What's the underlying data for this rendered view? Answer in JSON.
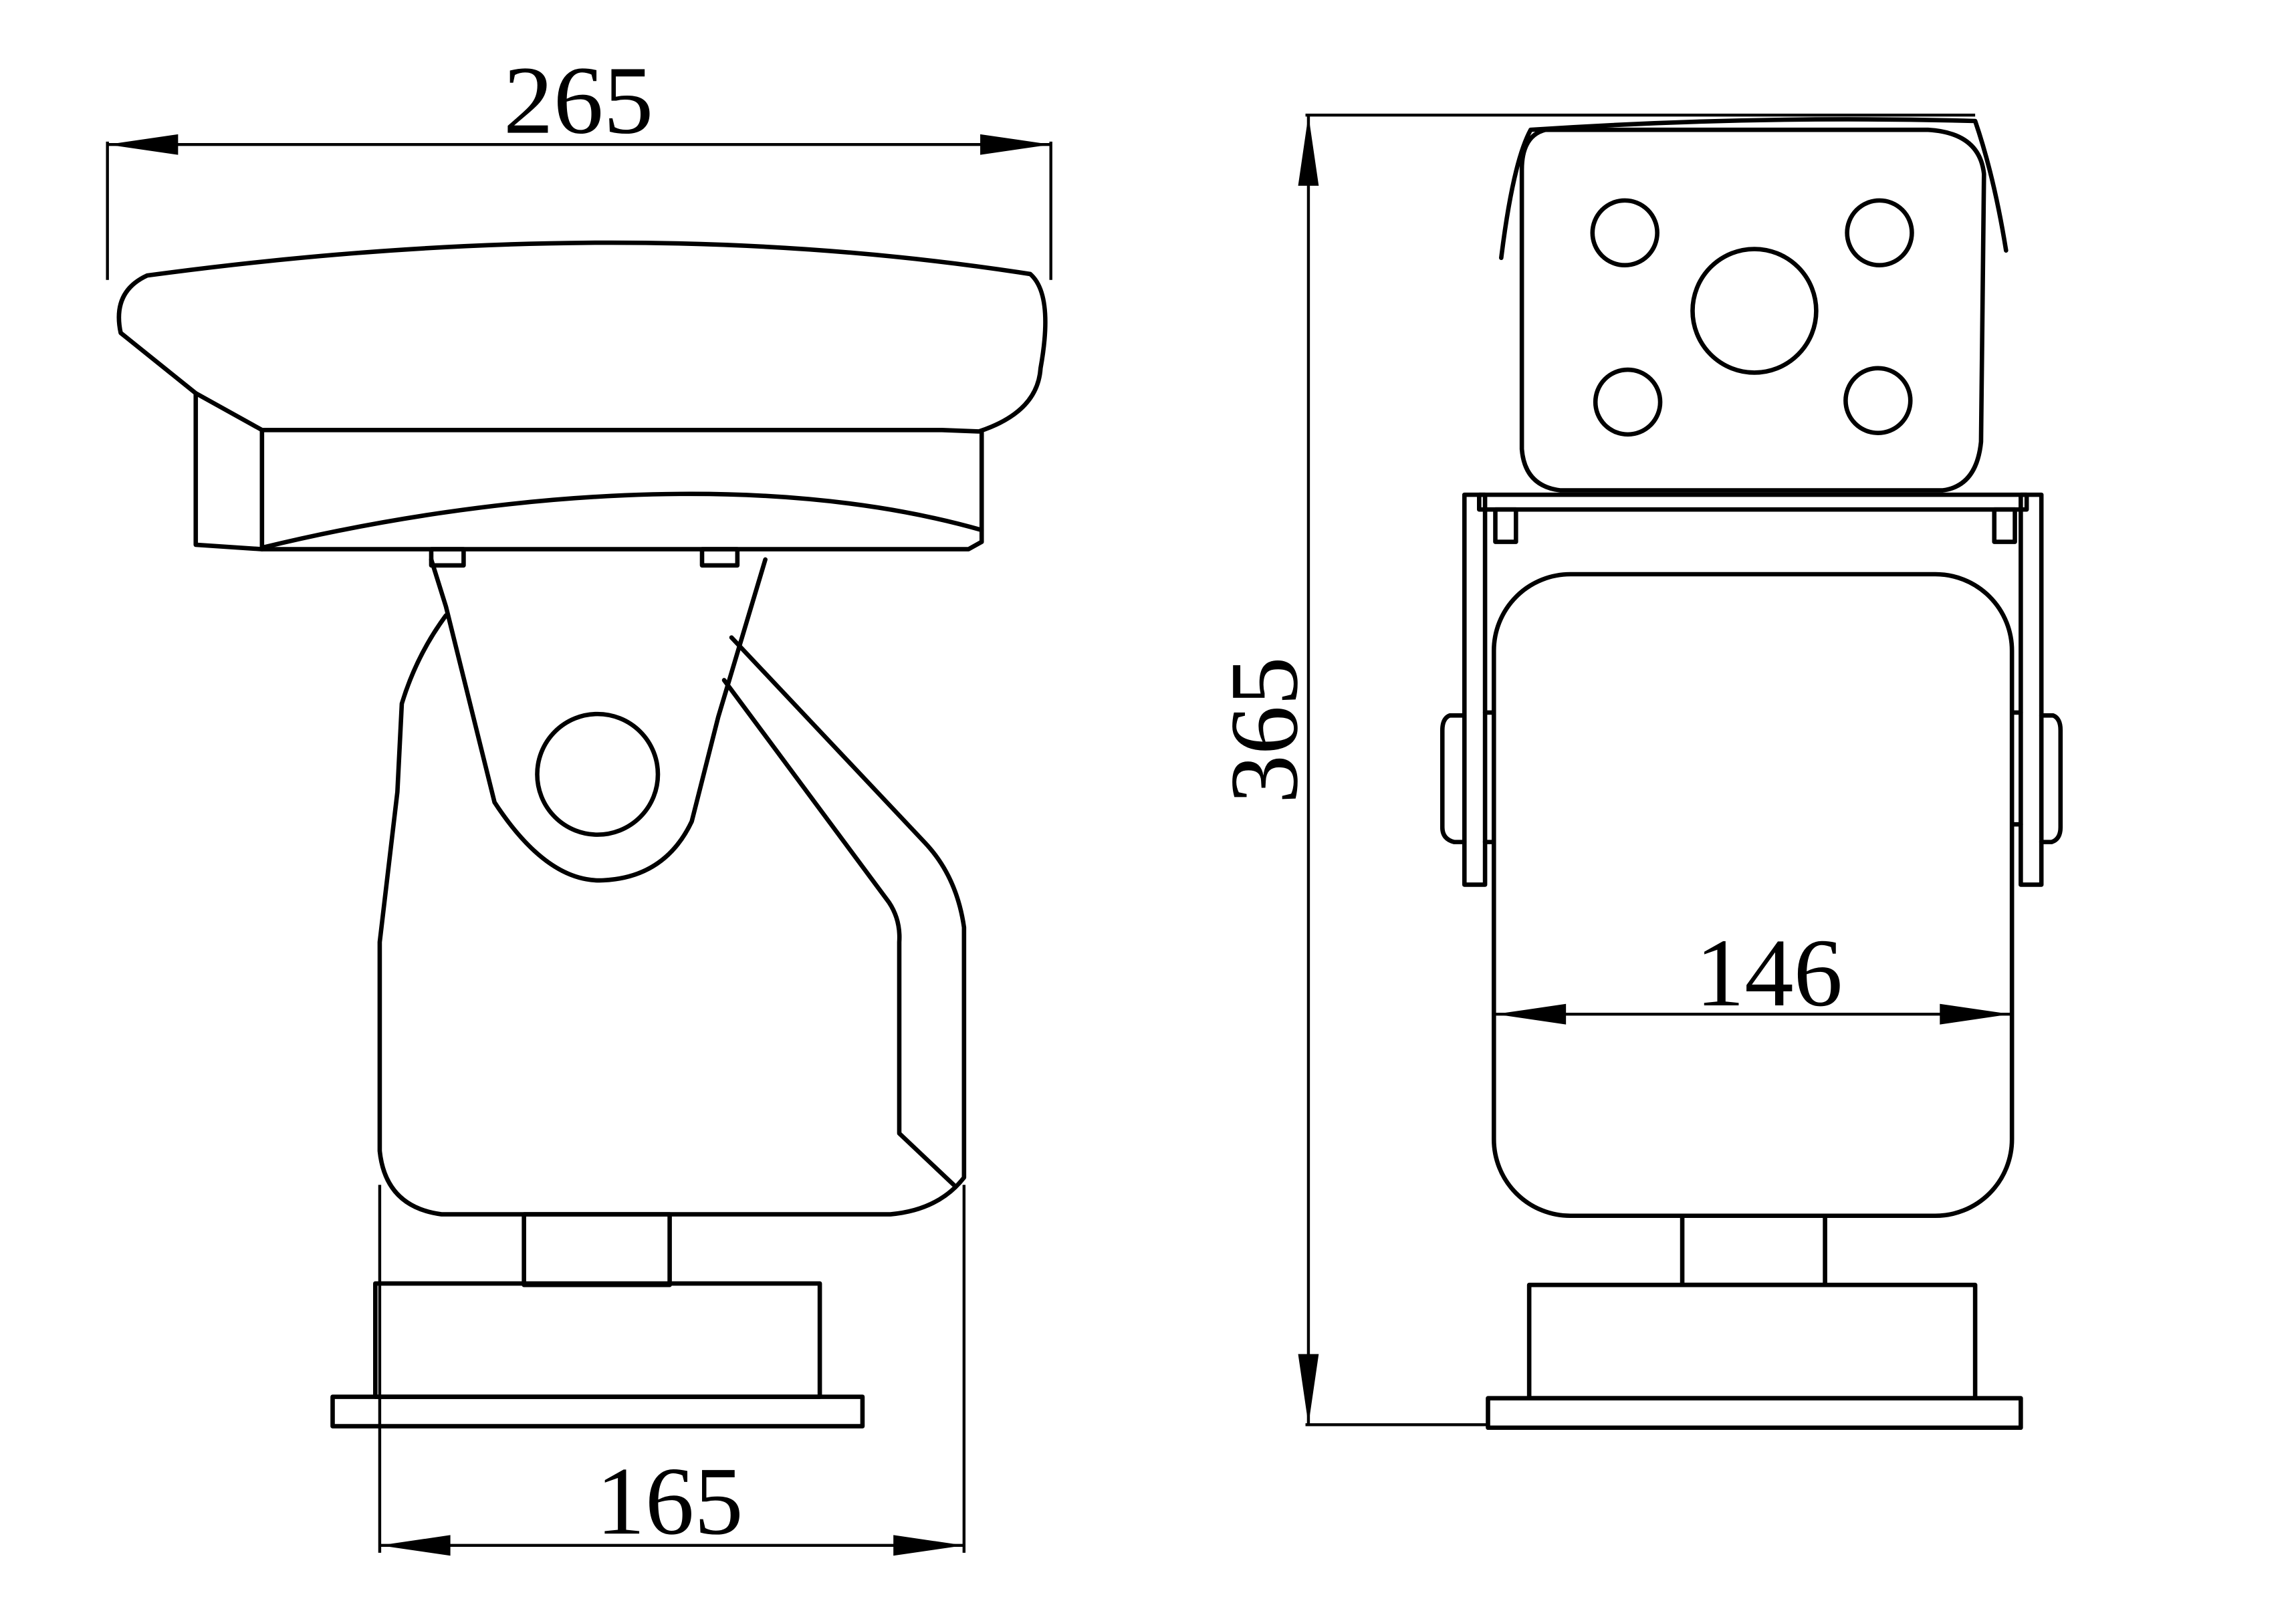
{
  "dimensions": {
    "top_width": "265",
    "base_width": "165",
    "total_height": "365",
    "body_width": "146"
  },
  "colors": {
    "line": "#000000",
    "background": "#ffffff"
  }
}
